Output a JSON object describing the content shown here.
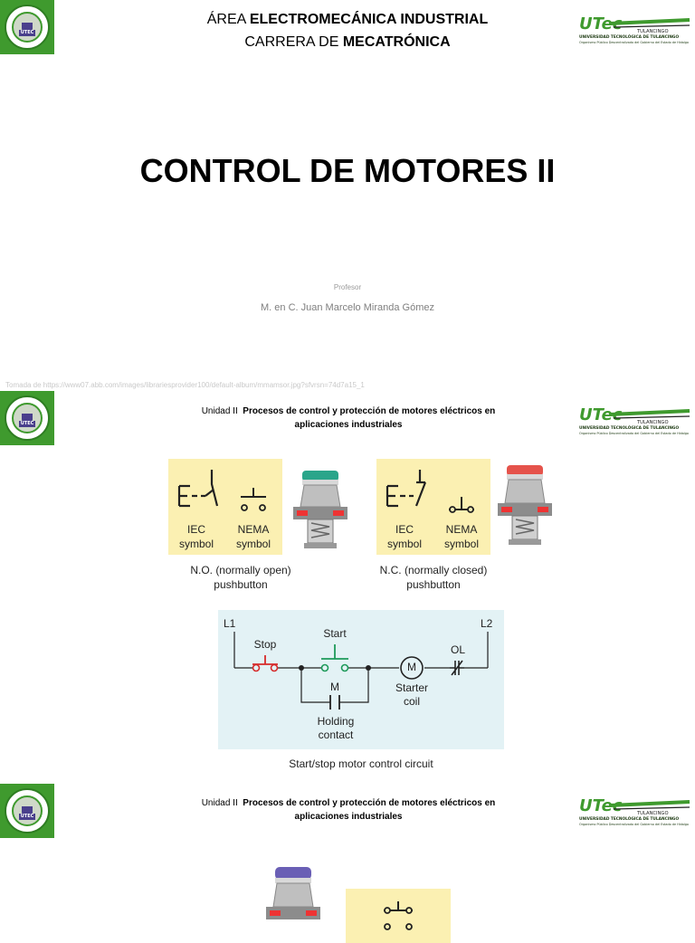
{
  "slide1": {
    "area_prefix": "ÁREA ",
    "area_bold": "ELECTROMECÁNICA INDUSTRIAL",
    "career_prefix": "CARRERA DE ",
    "career_bold": "MECATRÓNICA",
    "title": "CONTROL DE MOTORES II",
    "professor_label": "Profesor",
    "professor_name": "M. en C. Juan Marcelo Miranda Gómez"
  },
  "logos": {
    "left_tag": "UTEC",
    "right_main": "UTec",
    "right_city": "TULANCINGO",
    "right_university": "UNIVERSIDAD TECNOLÓGICA DE TULANCINGO",
    "right_sub": "Organismo Público Descentralizado del Gobierno del Estado de Hidalgo"
  },
  "source_note": "Tomada de https://www07.abb.com/images/librariesprovider100/default-album/mmamsor.jpg?sfvrsn=74d7a15_1",
  "slide2": {
    "unit_prefix": "Unidad II",
    "unit_bold": "Procesos de control y protección de motores eléctricos en aplicaciones industriales",
    "no_iec": "IEC\nsymbol",
    "no_nema": "NEMA\nsymbol",
    "no_caption_1": "N.O. (normally open)",
    "no_caption_2": "pushbutton",
    "nc_iec": "IEC\nsymbol",
    "nc_nema": "NEMA\nsymbol",
    "nc_caption_1": "N.C. (normally closed)",
    "nc_caption_2": "pushbutton",
    "circuit": {
      "l1": "L1",
      "l2": "L2",
      "stop": "Stop",
      "start": "Start",
      "m_label": "M",
      "holding_1": "Holding",
      "holding_2": "contact",
      "motor_symbol": "M",
      "starter_1": "Starter",
      "starter_2": "coil",
      "ol": "OL",
      "caption": "Start/stop motor control circuit"
    }
  },
  "slide3": {
    "unit_prefix": "Unidad II",
    "unit_bold": "Procesos de control y protección de motores eléctricos en aplicaciones industriales"
  },
  "colors": {
    "green_button": "#2aa58a",
    "red_button": "#e5534b",
    "purple_button": "#6a5fb5",
    "symbol_bg": "#fbf0b2",
    "circuit_bg": "#e3f2f5",
    "stop_red": "#d62b2b",
    "start_green": "#1e9a5a",
    "brand_green": "#3f9a2e"
  }
}
